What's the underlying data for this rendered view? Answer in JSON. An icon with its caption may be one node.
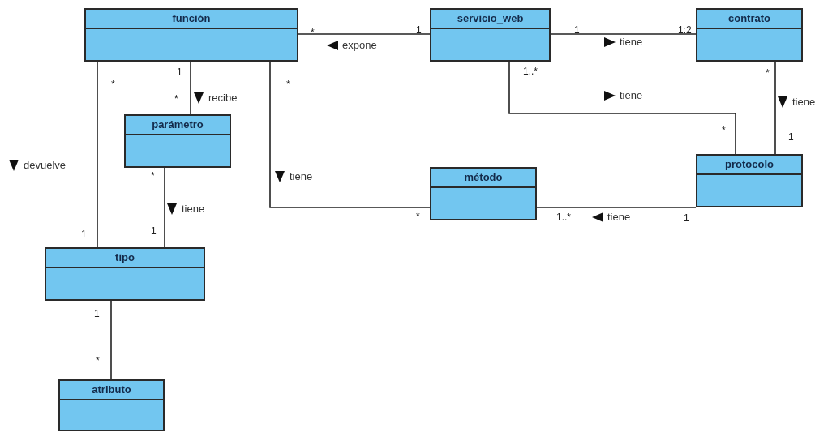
{
  "diagram": {
    "nodes": [
      {
        "text": [
          "función"
        ]
      },
      {
        "text": [
          "servicio_web"
        ]
      },
      {
        "text": [
          "contrato"
        ]
      },
      {
        "text": [
          "parámetro"
        ]
      },
      {
        "text": [
          "método"
        ]
      },
      {
        "text": [
          "protocolo"
        ]
      },
      {
        "text": [
          "tipo"
        ]
      },
      {
        "text": [
          "atributo"
        ]
      }
    ],
    "edges": [
      {
        "from": 1,
        "to": 0,
        "arrow": "none",
        "label": "expone"
      },
      {
        "from": 1,
        "to": 2,
        "arrow": "none",
        "label": "tiene"
      },
      {
        "from": 1,
        "to": 5,
        "arrow": "none",
        "label": "tiene"
      },
      {
        "from": 2,
        "to": 5,
        "arrow": "none",
        "label": "tiene"
      },
      {
        "from": 0,
        "to": 3,
        "arrow": "none",
        "label": "recibe"
      },
      {
        "from": 0,
        "to": 6,
        "arrow": "none",
        "label": "devuelve"
      },
      {
        "from": 3,
        "to": 6,
        "arrow": "none",
        "label": "tiene"
      },
      {
        "from": 0,
        "to": 4,
        "arrow": "none",
        "label": "tiene"
      },
      {
        "from": 5,
        "to": 4,
        "arrow": "none",
        "label": "tiene"
      },
      {
        "from": 6,
        "to": 7,
        "arrow": "none"
      }
    ],
    "labels": [
      "*",
      "1",
      "1",
      "1:2",
      "1",
      "*",
      "*",
      "1..*",
      "*",
      "*",
      "*",
      "1",
      "*",
      "*",
      "1..*",
      "1",
      "1",
      "1",
      "1",
      "*"
    ]
  }
}
